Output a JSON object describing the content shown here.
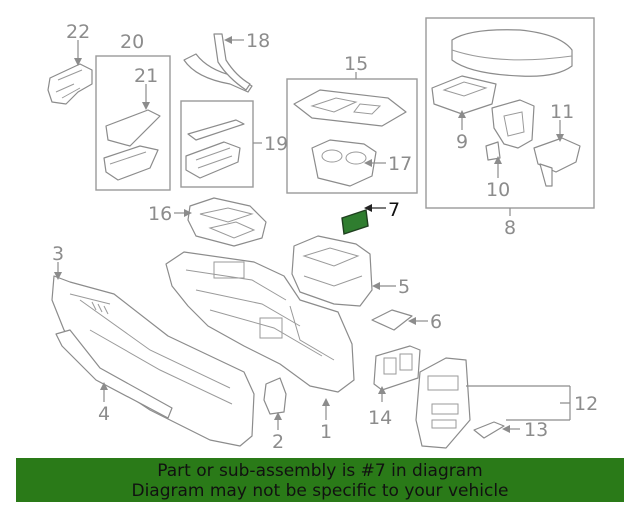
{
  "callouts": {
    "c1": "1",
    "c2": "2",
    "c3": "3",
    "c4": "4",
    "c5": "5",
    "c6": "6",
    "c7": "7",
    "c8": "8",
    "c9": "9",
    "c10": "10",
    "c11": "11",
    "c12": "12",
    "c13": "13",
    "c14": "14",
    "c15": "15",
    "c16": "16",
    "c17": "17",
    "c18": "18",
    "c19": "19",
    "c20": "20",
    "c21": "21",
    "c22": "22"
  },
  "highlighted_part": "7",
  "colors": {
    "highlight_part": "#2f7d2f",
    "banner_background": "#2a7a18",
    "line_art": "#8c8c8c"
  },
  "banner": {
    "line1": "Part or sub-assembly is #7 in diagram",
    "line2": "Diagram may not be specific to your vehicle"
  }
}
